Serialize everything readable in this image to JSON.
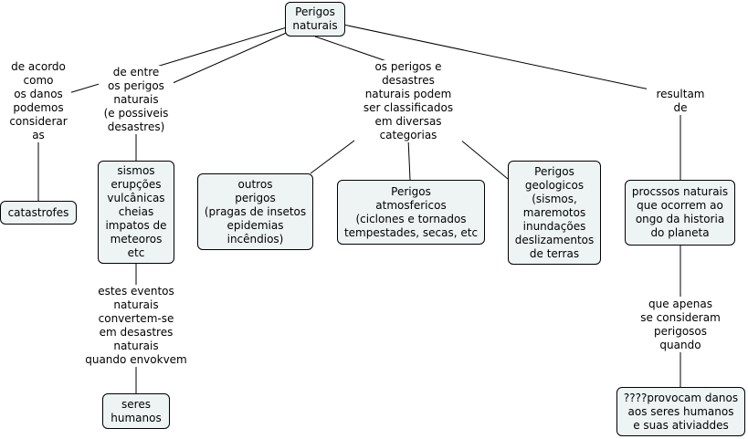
{
  "concepts": {
    "root": "Perigos\nnaturais",
    "catastrofes": "catastrofes",
    "sismos": "sismos\nerupções\nvulcânicas\ncheias\nimpatos de\nmeteoros\netc",
    "seres_humanos": "seres\nhumanos",
    "outros": "outros\nperigos\n(pragas de insetos\nepidemias\nincêndios)",
    "atmosfericos": "Perigos\natmosfericos\n(ciclones e tornados\ntempestades, secas, etc",
    "geologicos": "Perigos\ngeologicos\n(sismos,\nmaremotos\ninundações\ndeslizamentos\nde terras",
    "processos": "procssos naturais\nque ocorrem ao\nongo da historia\ndo planeta",
    "provocam": "????provocam danos\naos seres humanos\ne suas ativiaddes"
  },
  "links": {
    "de_acordo": "de acordo\ncomo\nos danos\npodemos\nconsiderar\nas",
    "de_entre": "de entre\nos perigos\nnaturais\n(e possiveis\ndesastres)",
    "classificados": "os perigos e\ndesastres\nnaturais podem\nser classificados\nem diversas\ncategorias",
    "resultam": "resultam\nde",
    "estes_eventos": "estes eventos\nnaturais\nconvertem-se\nem desastres\nnaturais\nquando envokvem",
    "que_apenas": "que apenas\nse consideram\nperigosos\nquando"
  }
}
